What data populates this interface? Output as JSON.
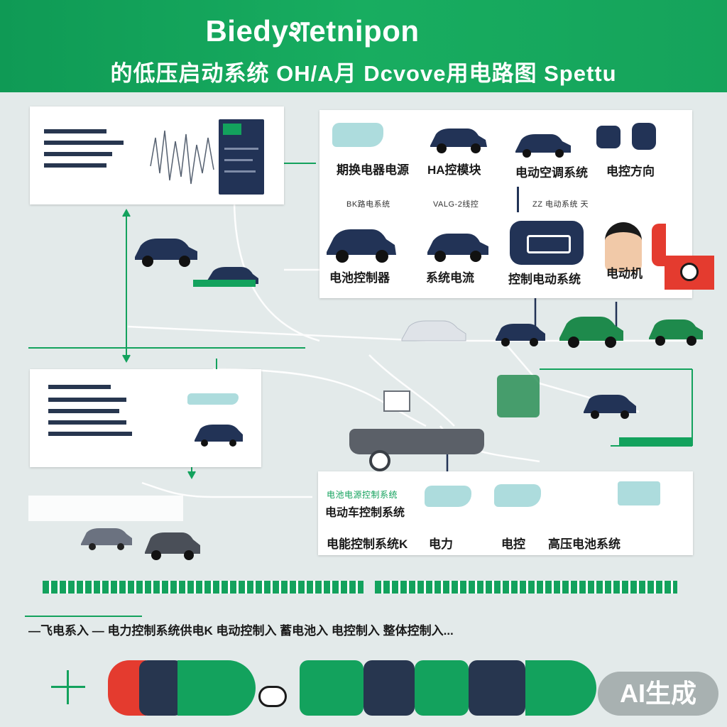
{
  "header": {
    "title": "Biedyशetnipon",
    "subtitle": "的低压启动系统  OH/A月  Dcvove用电路图  Spettu"
  },
  "panels": {
    "top_right": {
      "row1_labels": [
        "期换电器电源",
        "HA控模块",
        "电动空调系统",
        "电控方向"
      ],
      "row2_labels": [
        "BK路电系统",
        "VALG-2线控",
        "ZZ 电动系统 天"
      ],
      "row3_labels": [
        "电池控制器",
        "系统电流",
        "控制电动系统",
        "电动机"
      ]
    },
    "bottom_right": {
      "header_line": "电池电源控制系统",
      "sub_line": "电动车控制系统",
      "labels": [
        "电能控制系统K",
        "电力",
        "电控",
        "高压电池系统"
      ]
    }
  },
  "footer": {
    "text": "—飞电系入   — 电力控制系统供电K  电动控制入 蓄电池入 电控制入  整体控制入..."
  },
  "watermark": "AI生成",
  "colors": {
    "brand_green": "#13a25d",
    "navy": "#223356",
    "accent_red": "#e43b2f",
    "teal_chip": "#9fd6d7"
  },
  "icons": [
    "car-icon",
    "document-icon",
    "person-icon",
    "warning-icon",
    "gear-icon"
  ]
}
